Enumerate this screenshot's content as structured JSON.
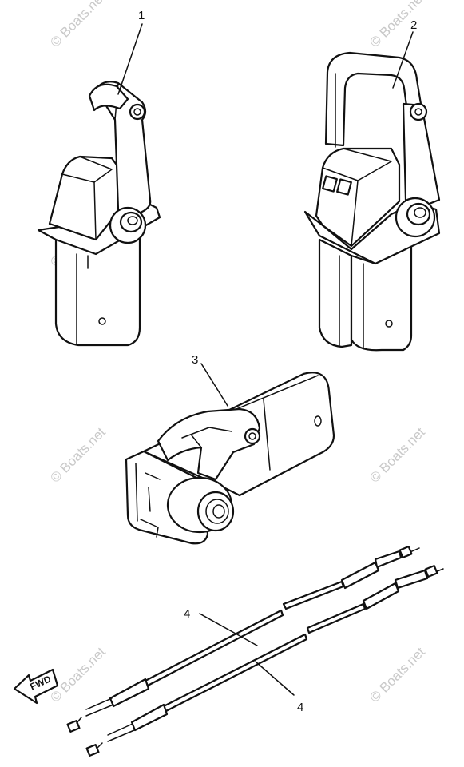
{
  "callouts": {
    "part1": "1",
    "part2": "2",
    "part3": "3",
    "part4a": "4",
    "part4b": "4"
  },
  "direction_label": "FWD",
  "watermark": "© Boats.net",
  "colors": {
    "ink": "#111111",
    "watermark": "#c9c9c9",
    "background": "#ffffff"
  }
}
